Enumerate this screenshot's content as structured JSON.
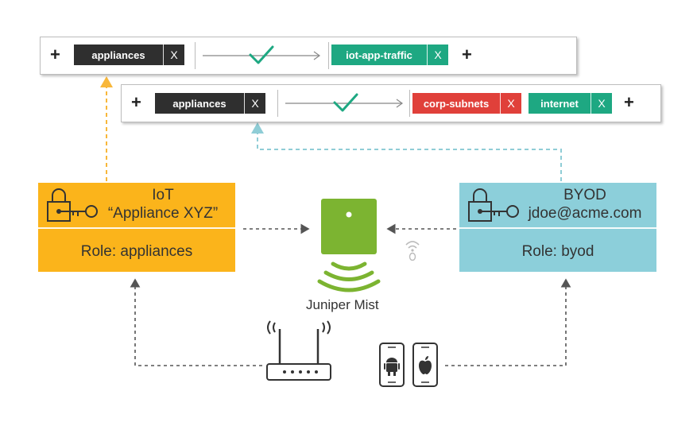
{
  "rule_top": {
    "source_tag": "appliances",
    "dest_tags": [
      "iot-app-traffic"
    ],
    "remove_label": "X",
    "add_label": "+"
  },
  "rule_bottom": {
    "source_tag": "appliances",
    "dest_tags": [
      "corp-subnets",
      "internet"
    ],
    "remove_label": "X",
    "add_label": "+"
  },
  "iot_box": {
    "title_line1": "IoT",
    "title_line2": "“Appliance XYZ”",
    "role": "Role: appliances"
  },
  "byod_box": {
    "title_line1": "BYOD",
    "title_line2": "jdoe@acme.com",
    "role": "Role: byod"
  },
  "center": {
    "label": "Juniper Mist"
  },
  "colors": {
    "iot": "#fbb41b",
    "byod": "#8ccfda",
    "mist_green": "#7cb431",
    "tag_dark": "#2f2f2f",
    "tag_green": "#1ea882",
    "tag_red": "#e0403a",
    "dash_orange": "#f8b73a",
    "dash_teal": "#8fcdd6"
  },
  "icons": [
    "lock-key-icon",
    "check-icon",
    "arrow-right-icon",
    "wifi-icon",
    "router-icon",
    "android-phone-icon",
    "apple-phone-icon"
  ]
}
